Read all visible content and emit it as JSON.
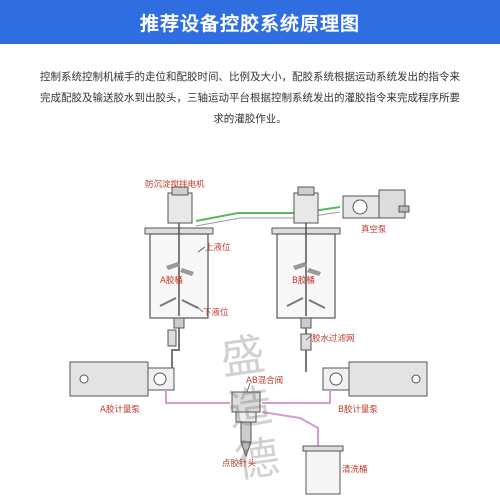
{
  "header": {
    "title": "推荐设备控胶系统原理图"
  },
  "intro": {
    "text": "控制系统控制机械手的走位和配胶时间、比例及大小，配胶系统根据运动系统发出的指令来完成配胶及输送胶水到出胶头，三轴运动平台根据控制系统发出的灌胶指令来完成程序所要求的灌胶作业。"
  },
  "diagram": {
    "labels": {
      "mixer_motor": "防沉淀搅拌电机",
      "vacuum_pump": "真空泵",
      "upper_level": "上液位",
      "lower_level": "下液位",
      "tank_a": "A胶桶",
      "tank_b": "B胶桶",
      "filter": "胶水过滤网",
      "mixing_valve": "AB混合阀",
      "pump_a": "A胶计量泵",
      "pump_b": "B胶计量泵",
      "needle": "点胶针头",
      "cleaning_bucket": "清洗桶"
    },
    "colors": {
      "line_green": "#5cb85c",
      "line_pink": "#d79ad0",
      "line_gray": "#777777",
      "label_red": "#c0392b"
    }
  },
  "watermark": {
    "text": "盛造德"
  }
}
